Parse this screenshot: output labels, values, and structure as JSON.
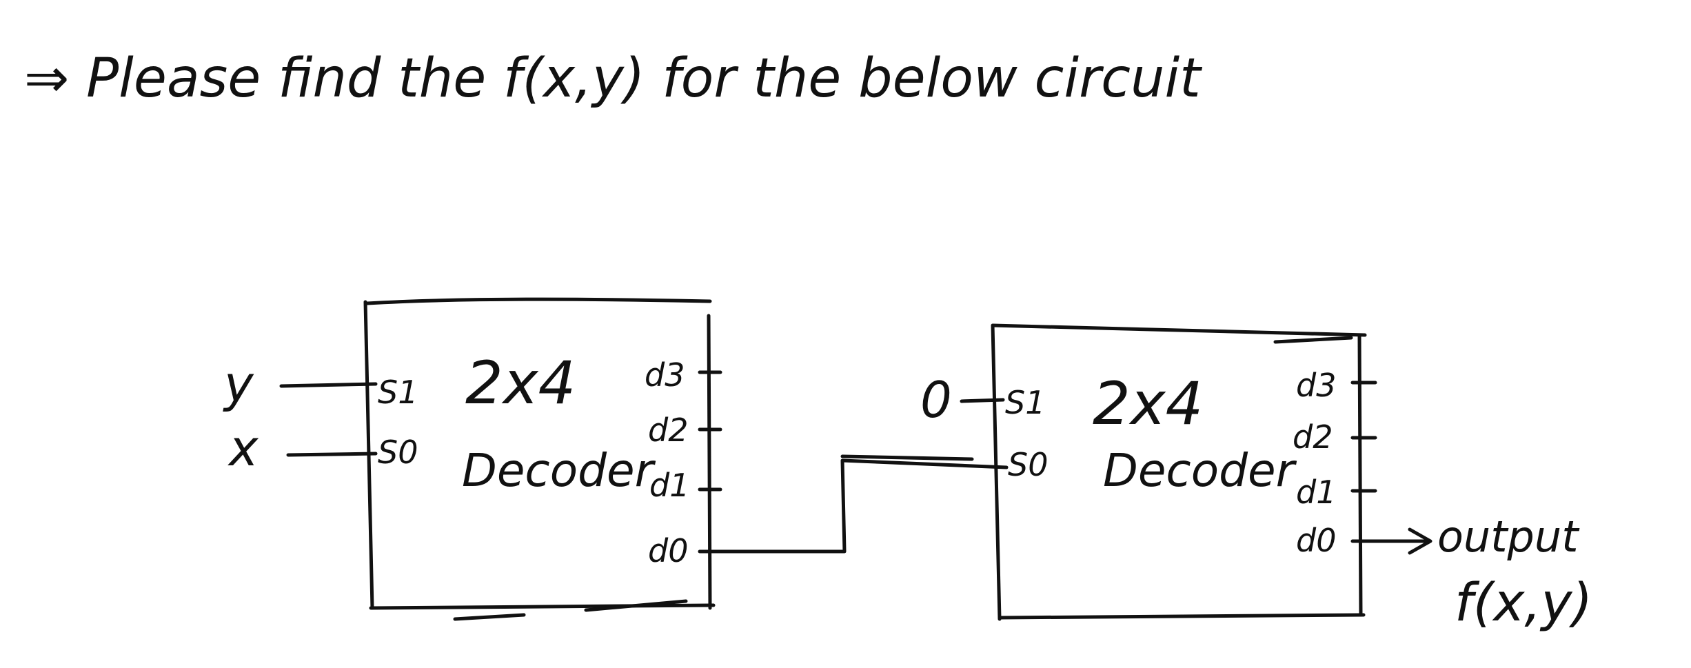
{
  "title": "⇒ Please find the f(x,y) for the below circuit",
  "inputs": {
    "y": "y",
    "x": "x",
    "zero": "0"
  },
  "decoders": [
    {
      "size": "2x4",
      "name": "Decoder",
      "select_pins": [
        "S1",
        "S0"
      ],
      "outputs": [
        "d3",
        "d2",
        "d1",
        "d0"
      ]
    },
    {
      "size": "2x4",
      "name": "Decoder",
      "select_pins": [
        "S1",
        "S0"
      ],
      "outputs": [
        "d3",
        "d2",
        "d1",
        "d0"
      ]
    }
  ],
  "output": {
    "label": "output",
    "function": "f(x,y)"
  }
}
